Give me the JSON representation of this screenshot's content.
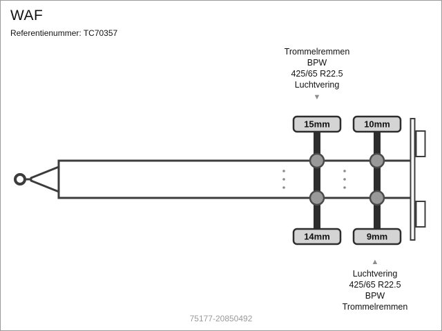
{
  "header": {
    "brand": "WAF",
    "reference": "Referentienummer: TC70357"
  },
  "axle_info_top": {
    "lines": [
      "Trommelremmen",
      "BPW",
      "425/65 R22.5",
      "Luchtvering"
    ],
    "arrow": "▼"
  },
  "axle_info_bottom": {
    "arrow": "▲",
    "lines": [
      "Luchtvering",
      "425/65 R22.5",
      "BPW",
      "Trommelremmen"
    ]
  },
  "tread_depths": {
    "axle1_top": "15mm",
    "axle2_top": "10mm",
    "axle1_bottom": "14mm",
    "axle2_bottom": "9mm"
  },
  "watermark": "75177-20850492",
  "colors": {
    "line": "#3c3c3c",
    "axle": "#2d2d2d",
    "wheel": "#999999",
    "box_fill": "#d4d4d4",
    "arrow": "#8c8c8c",
    "watermark_text": "#9a9a9a"
  }
}
